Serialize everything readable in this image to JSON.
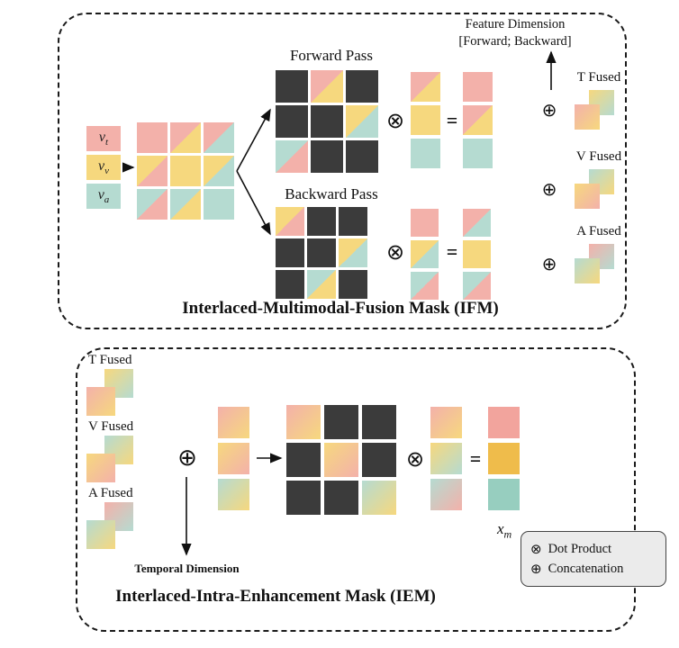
{
  "colors": {
    "pink": "#F3B1AA",
    "yellow": "#F6D87E",
    "teal": "#B5DBD1",
    "dark": "#3B3B3B",
    "result_pink": "#F2A49D",
    "result_orange": "#EFBC4B",
    "result_teal": "#97CEBF"
  },
  "ifm": {
    "title": "Interlaced-Multimodal-Fusion Mask (IFM)",
    "inputs": [
      {
        "base": "v",
        "sub": "t",
        "color": "pink"
      },
      {
        "base": "v",
        "sub": "v",
        "color": "yellow"
      },
      {
        "base": "v",
        "sub": "a",
        "color": "teal"
      }
    ],
    "input_grid": [
      [
        "S:pink",
        "X:pink,yellow",
        "X:pink,teal"
      ],
      [
        "X:yellow,pink",
        "S:yellow",
        "X:yellow,teal"
      ],
      [
        "X:teal,pink",
        "X:teal,yellow",
        "S:teal"
      ]
    ],
    "forward": {
      "label": "Forward Pass",
      "mask": [
        [
          "D",
          "X:pink,yellow",
          "D"
        ],
        [
          "D",
          "D",
          "X:yellow,teal"
        ],
        [
          "X:teal,pink",
          "D",
          "D"
        ]
      ],
      "vector": [
        [
          "X:pink,yellow"
        ],
        [
          "S:yellow"
        ],
        [
          "S:teal"
        ]
      ],
      "result": [
        [
          "S:pink"
        ],
        [
          "X:pink,yellow"
        ],
        [
          "S:teal"
        ]
      ],
      "operator": "⊗",
      "equals": "="
    },
    "backward": {
      "label": "Backward Pass",
      "mask": [
        [
          "X:yellow,pink",
          "D",
          "D"
        ],
        [
          "D",
          "D",
          "X:yellow,teal"
        ],
        [
          "D",
          "X:teal,yellow",
          "D"
        ]
      ],
      "vector": [
        [
          "S:pink"
        ],
        [
          "X:yellow,teal"
        ],
        [
          "X:teal,pink"
        ]
      ],
      "result": [
        [
          "X:pink,teal"
        ],
        [
          "S:yellow"
        ],
        [
          "X:teal,pink"
        ]
      ],
      "operator": "⊗",
      "equals": "="
    },
    "feature_dimension_line1": "Feature Dimension",
    "feature_dimension_line2": "[Forward; Backward]",
    "fused": [
      {
        "label": "T Fused",
        "op": "⊕",
        "front": "G:pink,yellow",
        "back": "G:yellow,teal"
      },
      {
        "label": "V Fused",
        "op": "⊕",
        "front": "G:yellow,pink",
        "back": "G:teal,yellow"
      },
      {
        "label": "A Fused",
        "op": "⊕",
        "front": "G:teal,yellow",
        "back": "G:pink,teal"
      }
    ]
  },
  "iem": {
    "title": "Interlaced-Intra-Enhancement Mask (IEM)",
    "fused": [
      {
        "label": "T Fused",
        "front": "G:pink,yellow",
        "back": "G:yellow,teal"
      },
      {
        "label": "V Fused",
        "front": "G:yellow,pink",
        "back": "G:teal,yellow"
      },
      {
        "label": "A Fused",
        "front": "G:teal,yellow",
        "back": "G:pink,teal"
      }
    ],
    "concat_op": "⊕",
    "temporal_label": "Temporal Dimension",
    "input_column": [
      [
        "G:pink,yellow"
      ],
      [
        "G:yellow,pink"
      ],
      [
        "G:teal,yellow"
      ]
    ],
    "mask": [
      [
        "G:pink,yellow",
        "D",
        "D"
      ],
      [
        "D",
        "G:yellow,pink",
        "D"
      ],
      [
        "D",
        "D",
        "G:teal,yellow"
      ]
    ],
    "operator": "⊗",
    "vector": [
      [
        "G:pink,yellow"
      ],
      [
        "G:yellow,teal"
      ],
      [
        "G:teal,pink"
      ]
    ],
    "equals": "=",
    "result": [
      [
        "S:result_pink"
      ],
      [
        "S:result_orange"
      ],
      [
        "S:result_teal"
      ]
    ],
    "output": {
      "base": "x",
      "sub": "m"
    }
  },
  "legend": {
    "items": [
      {
        "symbol": "⊗",
        "label": "Dot Product"
      },
      {
        "symbol": "⊕",
        "label": "Concatenation"
      }
    ]
  }
}
